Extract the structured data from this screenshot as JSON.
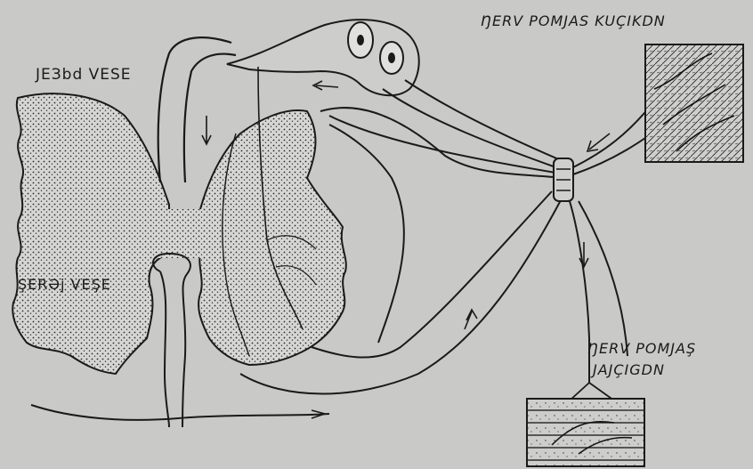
{
  "labels": {
    "white_matter": "JEЗbd VESE",
    "gray_matter": "ŞERƏj VEŞE",
    "nerve_skin": "ŊERV POMJAS KUÇIKDN",
    "nerve_muscle_line1": "ŊERV POMJAŞ",
    "nerve_muscle_line2": "JAJÇIGDN"
  },
  "colors": {
    "background": "#c9c9c7",
    "ink": "#1a1a1a",
    "gray_matter_fill": "#d8d8d6",
    "stipple": "#2a2a2a"
  }
}
